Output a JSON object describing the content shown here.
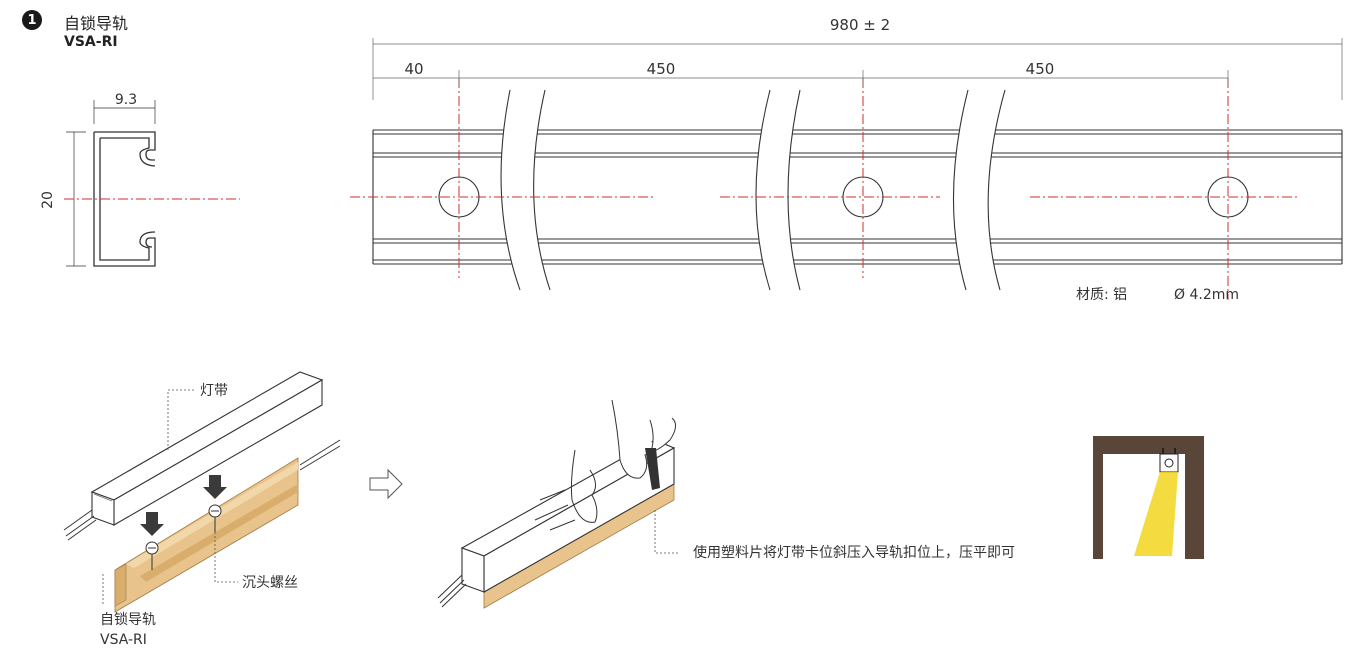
{
  "header": {
    "number": "1",
    "title": "自锁导轨",
    "model": "VSA-RI"
  },
  "profile": {
    "width_label": "9.3",
    "height_label": "20"
  },
  "rail": {
    "total_label": "980 ± 2",
    "seg1_label": "40",
    "seg2_label": "450",
    "seg3_label": "450",
    "material_label": "材质: 铝",
    "hole_label": "Ø 4.2mm"
  },
  "install": {
    "strip_label": "灯带",
    "screw_label": "沉头螺丝",
    "rail_label_cn": "自锁导轨",
    "rail_label_model": "VSA-RI",
    "press_instruction": "使用塑料片将灯带卡位斜压入导轨扣位上，压平即可"
  },
  "colors": {
    "rail_wood": "#e8c48c",
    "wall": "#5a4638",
    "light": "#f2d51f",
    "centerline": "#d0302a"
  }
}
